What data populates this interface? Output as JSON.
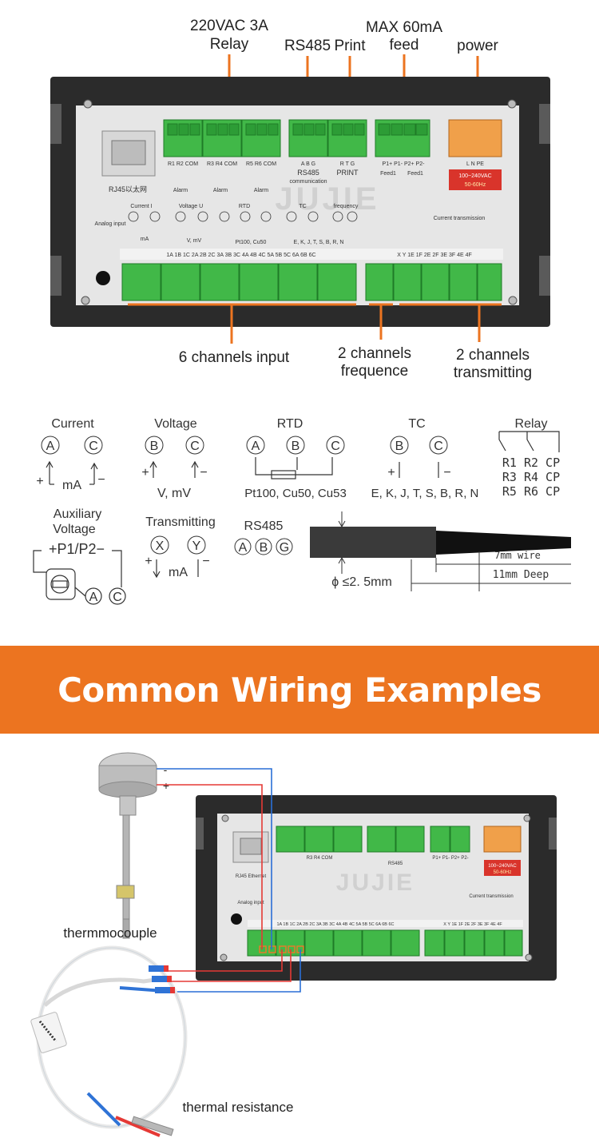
{
  "callouts_top": {
    "relay_line1": "220VAC  3A",
    "relay_line2": "Relay",
    "rs485": "RS485",
    "print": "Print",
    "feed_line1": "MAX  60mA",
    "feed_line2": "feed",
    "power": "power"
  },
  "callouts_bottom": {
    "inputs": "6 channels input",
    "freq_line1": "2 channels",
    "freq_line2": "frequence",
    "trans_line1": "2 channels",
    "trans_line2": "transmitting"
  },
  "panel": {
    "rj45": "RJ45以太网",
    "rj45_small": "RJ45 Ethernet",
    "relay_pins": [
      "R1 R2 COM",
      "R3 R4 COM",
      "R5 R6 COM"
    ],
    "alarm": "Alarm",
    "rs485_pins": "A   B   G",
    "rs485_label": "RS485",
    "communication": "communication",
    "print_pins": "R   T   G",
    "print_label": "PRINT",
    "feed_pins": "P1+ P1-  P2+ P2-",
    "feed1": "Feed1",
    "power_pins": "L   N  PE",
    "power_rating1": "100~240VAC",
    "power_rating2": "50-60Hz",
    "analog_input": "Analog input",
    "current_i": "Current I",
    "voltage_u": "Voltage U",
    "rtd": "RTD",
    "tc": "TC",
    "frequency": "frequency",
    "current_transmission": "Current transmission",
    "v_mv": "V, mV",
    "pt100": "Pt100, Cu50",
    "tc_types": "E, K, J, T, S, B, R, N",
    "ma": "mA",
    "bottom_pins": "1A  1B  1C  2A  2B  2C  3A  3B  3C  4A  4B  4C  5A  5B  5C  6A  6B  6C",
    "bottom_pins_right": "X   Y   1E  1F  2E  2F  3E  3F  4E  4F",
    "watermark": "JUJIE"
  },
  "legend": {
    "current": "Current",
    "voltage": "Voltage",
    "rtd": "RTD",
    "tc": "TC",
    "relay": "Relay",
    "a": "A",
    "b": "B",
    "c": "C",
    "x": "X",
    "y": "Y",
    "g": "G",
    "plus": "+",
    "minus": "−",
    "ma": "mA",
    "v_mv": "V, mV",
    "rtd_types": "Pt100, Cu50, Cu53",
    "tc_types": "E, K, J, T, S, B, R, N",
    "relay_rows": [
      "R1  R2  CP",
      "R3  R4  CP",
      "R5  R6  CP"
    ],
    "aux_line1": "Auxiliary",
    "aux_line2": "Voltage",
    "aux_pins": "+P1/P2−",
    "transmitting": "Transmitting",
    "rs485": "RS485",
    "wire_7mm": "7mm wire",
    "deep_11mm": "11mm Deep",
    "diameter": "ϕ ≤2. 5mm"
  },
  "banner": {
    "title": "Common Wiring Examples"
  },
  "wiring": {
    "thermocouple_label": "thermmocouple",
    "thermal_resistance_label": "thermal resistance",
    "minus": "-",
    "plus": "+"
  },
  "colors": {
    "orange": "#ec7420",
    "green": "#41b848",
    "panel": "#2b2b2b",
    "wire_red": "#e53935",
    "wire_blue": "#2a6fd6"
  }
}
